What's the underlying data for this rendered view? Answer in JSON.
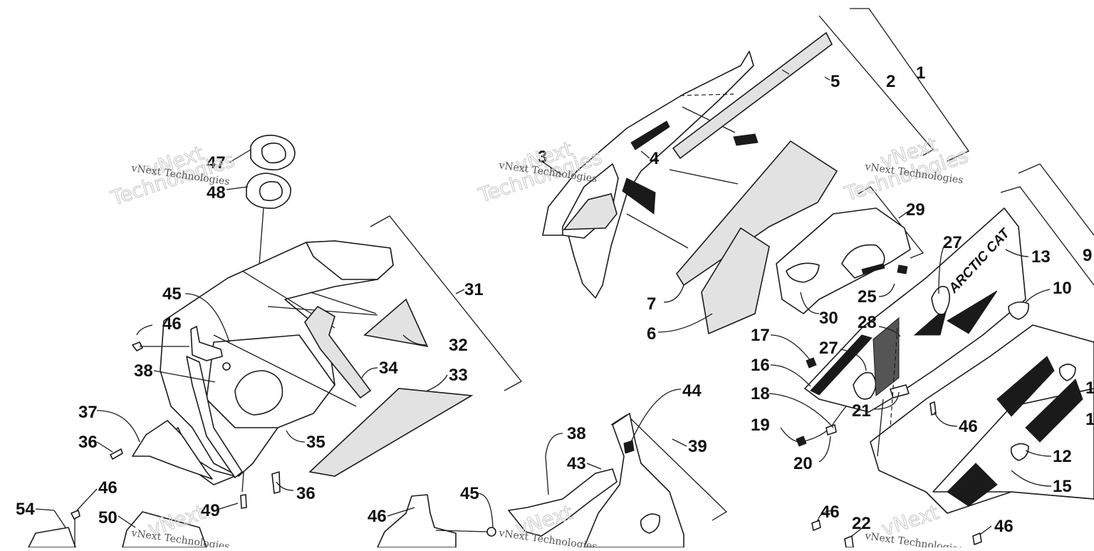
{
  "diagram": {
    "watermark": {
      "line1": "vNext Technologies",
      "line2": "vNext",
      "line3": "Technologies"
    },
    "callouts": [
      {
        "id": "c1",
        "text": "1"
      },
      {
        "id": "c2",
        "text": "2"
      },
      {
        "id": "c3",
        "text": "3"
      },
      {
        "id": "c4",
        "text": "4"
      },
      {
        "id": "c5",
        "text": "5"
      },
      {
        "id": "c6",
        "text": "6"
      },
      {
        "id": "c7",
        "text": "7"
      },
      {
        "id": "c9",
        "text": "9"
      },
      {
        "id": "c10",
        "text": "10"
      },
      {
        "id": "c12",
        "text": "12"
      },
      {
        "id": "c13",
        "text": "13"
      },
      {
        "id": "c15",
        "text": "15"
      },
      {
        "id": "c16",
        "text": "16"
      },
      {
        "id": "c17",
        "text": "17"
      },
      {
        "id": "c18",
        "text": "18"
      },
      {
        "id": "c19",
        "text": "19"
      },
      {
        "id": "c20",
        "text": "20"
      },
      {
        "id": "c21",
        "text": "21"
      },
      {
        "id": "c22",
        "text": "22"
      },
      {
        "id": "c25",
        "text": "25"
      },
      {
        "id": "c27a",
        "text": "27"
      },
      {
        "id": "c27b",
        "text": "27"
      },
      {
        "id": "c28",
        "text": "28"
      },
      {
        "id": "c29",
        "text": "29"
      },
      {
        "id": "c30",
        "text": "30"
      },
      {
        "id": "c31",
        "text": "31"
      },
      {
        "id": "c32",
        "text": "32"
      },
      {
        "id": "c33",
        "text": "33"
      },
      {
        "id": "c34",
        "text": "34"
      },
      {
        "id": "c35",
        "text": "35"
      },
      {
        "id": "c36a",
        "text": "36"
      },
      {
        "id": "c36b",
        "text": "36"
      },
      {
        "id": "c37",
        "text": "37"
      },
      {
        "id": "c38a",
        "text": "38"
      },
      {
        "id": "c38b",
        "text": "38"
      },
      {
        "id": "c39",
        "text": "39"
      },
      {
        "id": "c43",
        "text": "43"
      },
      {
        "id": "c44",
        "text": "44"
      },
      {
        "id": "c45a",
        "text": "45"
      },
      {
        "id": "c45b",
        "text": "45"
      },
      {
        "id": "c46a",
        "text": "46"
      },
      {
        "id": "c46b",
        "text": "46"
      },
      {
        "id": "c46c",
        "text": "46"
      },
      {
        "id": "c46d",
        "text": "46"
      },
      {
        "id": "c46e",
        "text": "46"
      },
      {
        "id": "c46f",
        "text": "46"
      },
      {
        "id": "c47",
        "text": "47"
      },
      {
        "id": "c48",
        "text": "48"
      },
      {
        "id": "c49",
        "text": "49"
      },
      {
        "id": "c50",
        "text": "50"
      },
      {
        "id": "c54",
        "text": "54"
      }
    ],
    "partial_labels": [
      {
        "id": "p11",
        "text": "1"
      },
      {
        "id": "p14",
        "text": "1"
      }
    ],
    "decal_text": "ARCTIC CAT"
  }
}
